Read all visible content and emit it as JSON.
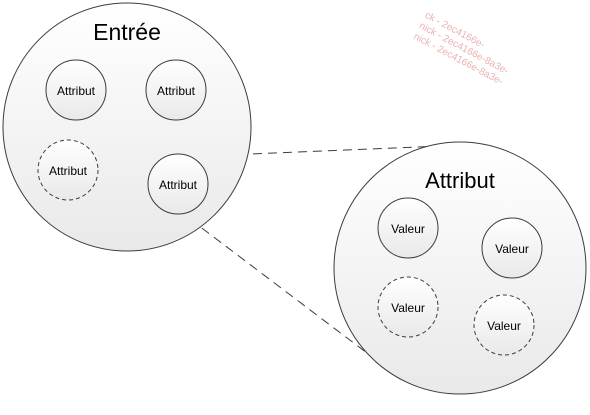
{
  "entree": {
    "title": "Entrée",
    "attributes": [
      {
        "label": "Attribut",
        "dashed": false
      },
      {
        "label": "Attribut",
        "dashed": false
      },
      {
        "label": "Attribut",
        "dashed": true
      },
      {
        "label": "Attribut",
        "dashed": false
      }
    ]
  },
  "attribut_detail": {
    "title": "Attribut",
    "values": [
      {
        "label": "Valeur",
        "dashed": false
      },
      {
        "label": "Valeur",
        "dashed": false
      },
      {
        "label": "Valeur",
        "dashed": true
      },
      {
        "label": "Valeur",
        "dashed": true
      }
    ]
  },
  "watermark": {
    "lines": [
      "ck - 2ec4166e-",
      "nick - 2ec4166e-8a3e-",
      "nick - 2ec4166e-8a3e-"
    ]
  },
  "colors": {
    "stroke": "#3c3c3c",
    "fill_top": "#ffffff",
    "fill_bottom": "#e9e9e9",
    "watermark": "#e8a4a4"
  }
}
